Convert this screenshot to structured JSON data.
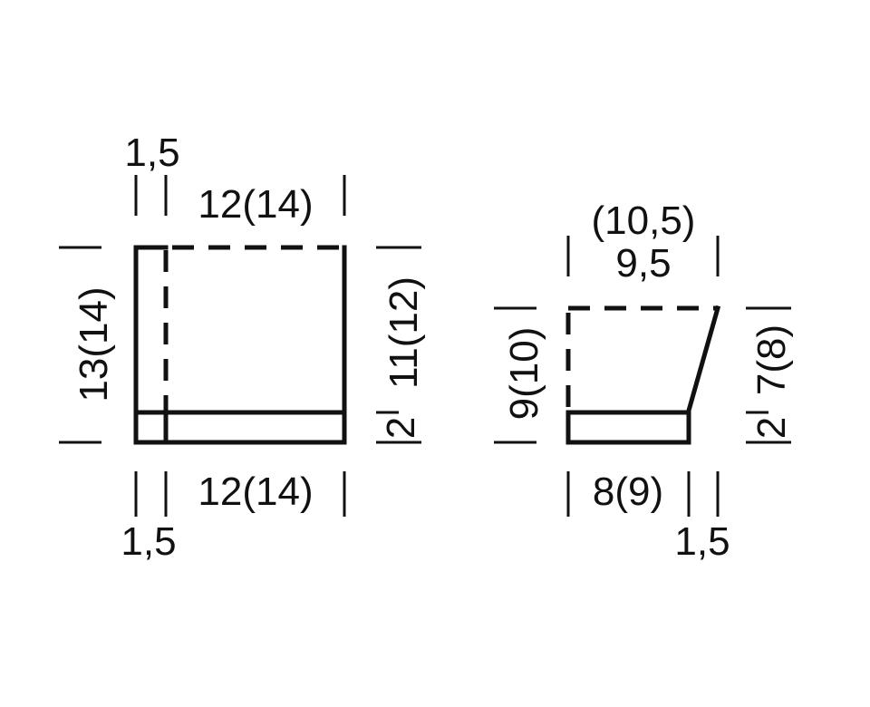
{
  "left_piece": {
    "top_margin": "1,5",
    "top_width": "12(14)",
    "left_height": "13(14)",
    "right_rib": "2",
    "right_height": "11(12)",
    "bottom_width": "12(14)",
    "bottom_margin": "1,5"
  },
  "right_piece": {
    "top_width_alt": "(10,5)",
    "top_width": "9,5",
    "left_height": "9(10)",
    "right_rib": "2",
    "right_height": "7(8)",
    "bottom_width": "8(9)",
    "bottom_margin": "1,5"
  },
  "colors": {
    "ink": "#111111",
    "background": "#ffffff"
  }
}
